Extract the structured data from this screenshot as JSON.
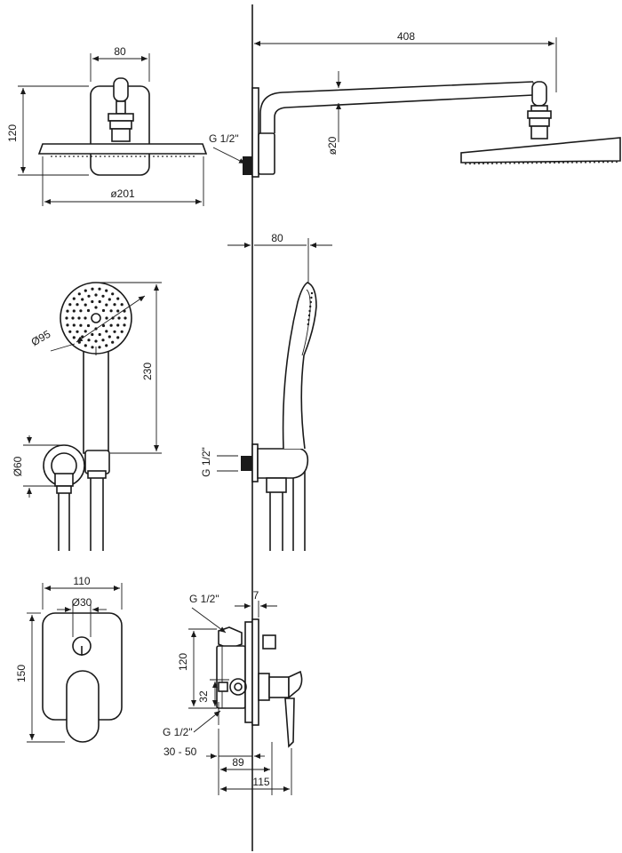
{
  "dimensions": {
    "head_width": "80",
    "head_height": "120",
    "head_diameter": "ø201",
    "arm_length": "408",
    "arm_diameter": "ø20",
    "hand_diameter": "Ø95",
    "hand_length": "230",
    "holder_width": "80",
    "bracket_diameter": "Ø60",
    "plate_width": "110",
    "knob_diameter": "Ø30",
    "plate_height": "150",
    "mixer_height": "120",
    "mixer_offset": "32",
    "wall_gap": "7",
    "install_depth": "30 - 50",
    "depth_89": "89",
    "depth_115": "115"
  },
  "threads": {
    "head_inlet": "G 1/2\"",
    "hand_inlet": "G 1/2\"",
    "mixer_top": "G 1/2\"",
    "mixer_bottom": "G 1/2\""
  }
}
